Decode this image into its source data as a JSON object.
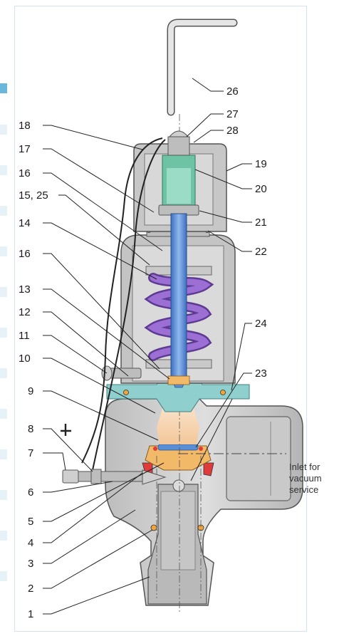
{
  "labels_left": [
    {
      "id": "18",
      "text": "18"
    },
    {
      "id": "17",
      "text": "17"
    },
    {
      "id": "16a",
      "text": "16"
    },
    {
      "id": "15-25",
      "text": "15, 25"
    },
    {
      "id": "14",
      "text": "14"
    },
    {
      "id": "16b",
      "text": "16"
    },
    {
      "id": "13",
      "text": "13"
    },
    {
      "id": "12",
      "text": "12"
    },
    {
      "id": "11",
      "text": "11"
    },
    {
      "id": "10",
      "text": "10"
    },
    {
      "id": "9",
      "text": "9"
    },
    {
      "id": "8",
      "text": "8"
    },
    {
      "id": "7",
      "text": "7"
    },
    {
      "id": "6",
      "text": "6"
    },
    {
      "id": "5",
      "text": "5"
    },
    {
      "id": "4",
      "text": "4"
    },
    {
      "id": "3",
      "text": "3"
    },
    {
      "id": "2",
      "text": "2"
    },
    {
      "id": "1",
      "text": "1"
    }
  ],
  "labels_right": [
    {
      "id": "26",
      "text": "26"
    },
    {
      "id": "27",
      "text": "27"
    },
    {
      "id": "28",
      "text": "28"
    },
    {
      "id": "19",
      "text": "19"
    },
    {
      "id": "20",
      "text": "20"
    },
    {
      "id": "21",
      "text": "21"
    },
    {
      "id": "22",
      "text": "22"
    },
    {
      "id": "24",
      "text": "24"
    },
    {
      "id": "23",
      "text": "23"
    }
  ],
  "inlet_label": [
    "Inlet for",
    "vacuum",
    "service"
  ],
  "colors": {
    "body": "#cfcfcf",
    "body_dark": "#a9a9a9",
    "bonnet": "#c4c4c4",
    "spindle": "#5a8fd6",
    "spring": "#8b5bbf",
    "guide": "#8fd0cf",
    "disc": "#f2b968",
    "seat_red": "#e03a3a",
    "flow": "#f7e2c7",
    "accent": "#69b8dc"
  }
}
